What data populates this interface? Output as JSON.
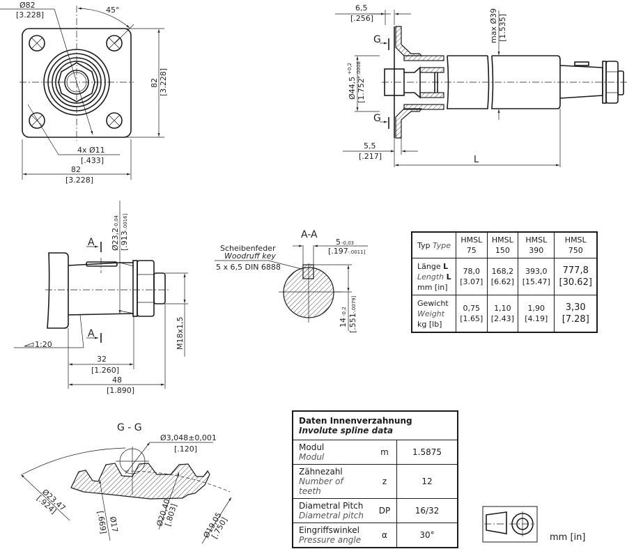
{
  "flange_view": {
    "dia_82": "Ø82",
    "dia_82_in": "[3.228]",
    "angle": "45°",
    "height_82": "82",
    "height_82_in": "[3.228]",
    "holes": "4x Ø11",
    "holes_in": "[.433]",
    "width_82": "82",
    "width_82_in": "[3.228]"
  },
  "side_section": {
    "dim_6_5": "6,5",
    "dim_6_5_in": "[.256]",
    "section_g": "G",
    "pilot_dia": "Ø44,5",
    "pilot_tol": "+0,2",
    "pilot_dia_in": "[1.752",
    "pilot_tol_in": "+.0008",
    "max_dia": "max Ø39",
    "max_dia_in": "[1.535]",
    "dim_5_5": "5,5",
    "dim_5_5_in": "[.217]",
    "length_label": "L"
  },
  "shaft_view": {
    "section_a": "A",
    "shaft_dia": "Ø23,2",
    "shaft_tol": "-0,04",
    "shaft_dia_in": "[.913",
    "shaft_tol_in": "-.0016]",
    "taper": "1:20",
    "thread": "M18x1,5",
    "dim_32": "32",
    "dim_32_in": "[1.260]",
    "dim_48": "48",
    "dim_48_in": "[1.890]"
  },
  "section_aa": {
    "title": "A-A",
    "key_de": "Scheibenfeder",
    "key_en": "Woodruff key",
    "key_spec": "5 x 6,5 DIN 6888",
    "key_width": "5",
    "key_width_tol": "-0,03",
    "key_width_in": "[.197",
    "key_width_tol_in": "-.0011]",
    "height": "14",
    "height_tol": "-0,2",
    "height_in": "[.551",
    "height_tol_in": "-.0079]"
  },
  "section_gg": {
    "title": "G - G",
    "pin_dia": "Ø3,048±0,001",
    "pin_dia_in": "[.120]",
    "outer_dia": "Ø23,47",
    "outer_dia_in": "[.924]",
    "root_dia": "Ø17",
    "root_dia_in": "[.669]",
    "major_dia": "Ø20,40",
    "major_dia_in": "[.803]",
    "pitch_dia": "Ø19,05",
    "pitch_dia_in": "[.750]"
  },
  "type_table": {
    "header": {
      "de": "Typ",
      "en": "Type"
    },
    "types": [
      {
        "name": "HMSL",
        "size": "75"
      },
      {
        "name": "HMSL",
        "size": "150"
      },
      {
        "name": "HMSL",
        "size": "390"
      },
      {
        "name": "HMSL",
        "size": "750"
      }
    ],
    "length_row": {
      "de": "Länge",
      "en": "Length",
      "sym": "L",
      "unit": "mm [in]",
      "values": [
        [
          "78,0",
          "[3.07]"
        ],
        [
          "168,2",
          "[6.62]"
        ],
        [
          "393,0",
          "[15.47]"
        ],
        [
          "777,8",
          "[30.62]"
        ]
      ]
    },
    "weight_row": {
      "de": "Gewicht",
      "en": "Weight",
      "unit": "kg [lb]",
      "values": [
        [
          "0,75",
          "[1.65]"
        ],
        [
          "1,10",
          "[2.43]"
        ],
        [
          "1,90",
          "[4.19]"
        ],
        [
          "3,30",
          "[7.28]"
        ]
      ]
    }
  },
  "spline_table": {
    "title_de": "Daten Innenverzahnung",
    "title_en": "Involute spline data",
    "rows": [
      {
        "de": "Modul",
        "en": "Modul",
        "sym": "m",
        "value": "1.5875"
      },
      {
        "de": "Zähnezahl",
        "en": "Number of teeth",
        "sym": "z",
        "value": "12"
      },
      {
        "de": "Diametral Pitch",
        "en": "Diametral pitch",
        "sym": "DP",
        "value": "16/32"
      },
      {
        "de": "Eingriffswinkel",
        "en": "Pressure angle",
        "sym": "α",
        "value": "30°"
      }
    ]
  },
  "projection_symbol": "first-angle-projection-icon",
  "units": "mm [in]"
}
